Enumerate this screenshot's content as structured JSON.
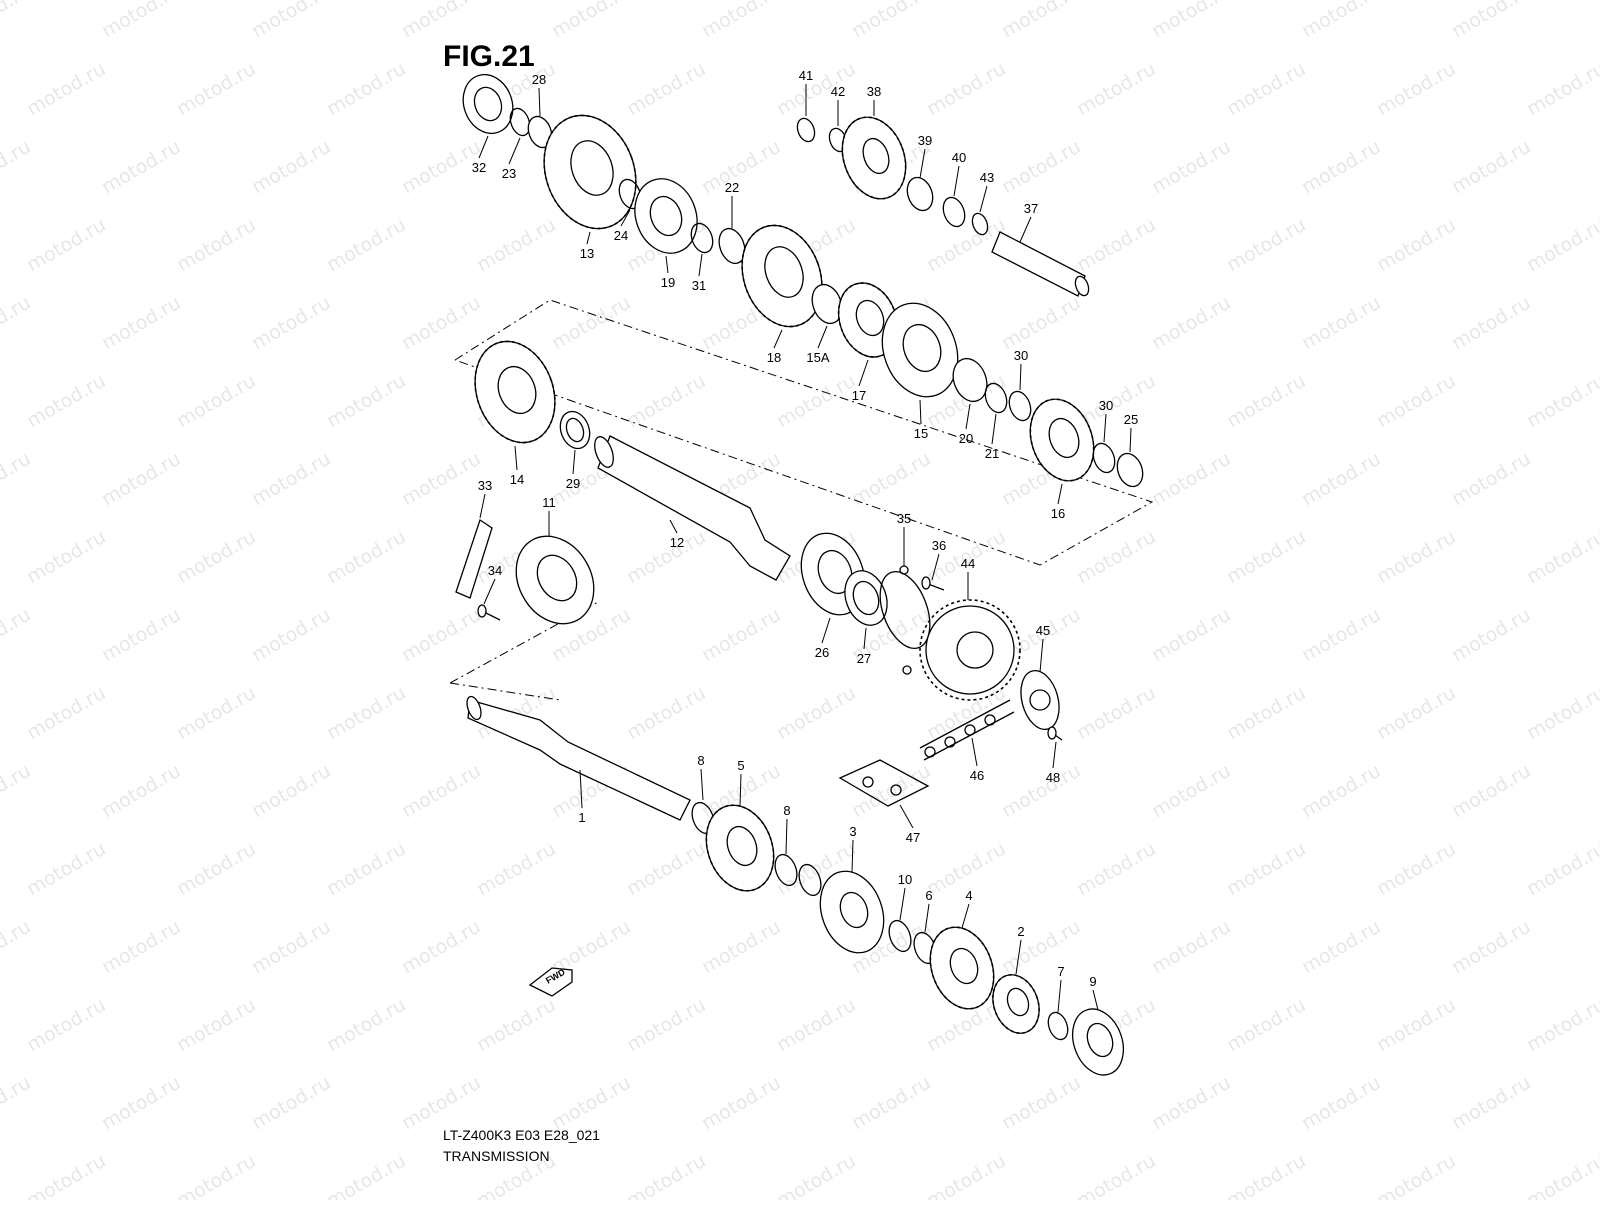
{
  "figure": {
    "title": "FIG.21",
    "model_code": "LT-Z400K3 E03 E28_021",
    "section_name": "TRANSMISSION",
    "watermark_text": "motod.ru",
    "fwd_label": "FWD"
  },
  "callouts": [
    {
      "id": "1",
      "label": "1"
    },
    {
      "id": "2",
      "label": "2"
    },
    {
      "id": "3",
      "label": "3"
    },
    {
      "id": "4",
      "label": "4"
    },
    {
      "id": "5",
      "label": "5"
    },
    {
      "id": "6",
      "label": "6"
    },
    {
      "id": "7",
      "label": "7"
    },
    {
      "id": "8a",
      "label": "8"
    },
    {
      "id": "8b",
      "label": "8"
    },
    {
      "id": "9",
      "label": "9"
    },
    {
      "id": "10",
      "label": "10"
    },
    {
      "id": "11",
      "label": "11"
    },
    {
      "id": "12",
      "label": "12"
    },
    {
      "id": "13",
      "label": "13"
    },
    {
      "id": "14",
      "label": "14"
    },
    {
      "id": "15",
      "label": "15"
    },
    {
      "id": "15A",
      "label": "15A"
    },
    {
      "id": "16",
      "label": "16"
    },
    {
      "id": "17",
      "label": "17"
    },
    {
      "id": "18",
      "label": "18"
    },
    {
      "id": "19",
      "label": "19"
    },
    {
      "id": "20",
      "label": "20"
    },
    {
      "id": "21",
      "label": "21"
    },
    {
      "id": "22",
      "label": "22"
    },
    {
      "id": "23",
      "label": "23"
    },
    {
      "id": "24",
      "label": "24"
    },
    {
      "id": "25",
      "label": "25"
    },
    {
      "id": "26",
      "label": "26"
    },
    {
      "id": "27",
      "label": "27"
    },
    {
      "id": "28",
      "label": "28"
    },
    {
      "id": "29",
      "label": "29"
    },
    {
      "id": "30a",
      "label": "30"
    },
    {
      "id": "30b",
      "label": "30"
    },
    {
      "id": "31",
      "label": "31"
    },
    {
      "id": "32",
      "label": "32"
    },
    {
      "id": "33",
      "label": "33"
    },
    {
      "id": "34",
      "label": "34"
    },
    {
      "id": "35",
      "label": "35"
    },
    {
      "id": "36",
      "label": "36"
    },
    {
      "id": "37",
      "label": "37"
    },
    {
      "id": "38",
      "label": "38"
    },
    {
      "id": "39",
      "label": "39"
    },
    {
      "id": "40",
      "label": "40"
    },
    {
      "id": "41",
      "label": "41"
    },
    {
      "id": "42",
      "label": "42"
    },
    {
      "id": "43",
      "label": "43"
    },
    {
      "id": "44",
      "label": "44"
    },
    {
      "id": "45",
      "label": "45"
    },
    {
      "id": "46",
      "label": "46"
    },
    {
      "id": "47",
      "label": "47"
    },
    {
      "id": "48",
      "label": "48"
    }
  ]
}
